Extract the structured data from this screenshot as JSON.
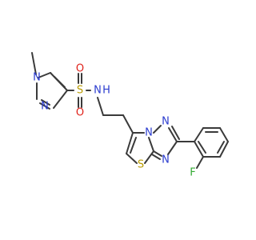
{
  "molecule": {
    "atoms": {
      "n_methyl": {
        "label": "N",
        "color": "#2b3ccf"
      },
      "n_imid": {
        "label": "N",
        "color": "#2b3ccf"
      },
      "s_sulfonyl": {
        "label": "S",
        "color": "#b89b00"
      },
      "o_top": {
        "label": "O",
        "color": "#e0231b"
      },
      "o_bottom": {
        "label": "O",
        "color": "#e0231b"
      },
      "nh": {
        "label": "N",
        "color": "#2b3ccf"
      },
      "h_nh": {
        "label": "H",
        "color": "#2b3ccf"
      },
      "n_bridge": {
        "label": "N",
        "color": "#2b3ccf"
      },
      "n_triazole_top": {
        "label": "N",
        "color": "#2b3ccf"
      },
      "n_triazole_bottom": {
        "label": "N",
        "color": "#2b3ccf"
      },
      "s_thiazole": {
        "label": "S",
        "color": "#b89b00"
      },
      "f": {
        "label": "F",
        "color": "#33aa33"
      }
    },
    "bond_color": "#3a3a3a"
  }
}
